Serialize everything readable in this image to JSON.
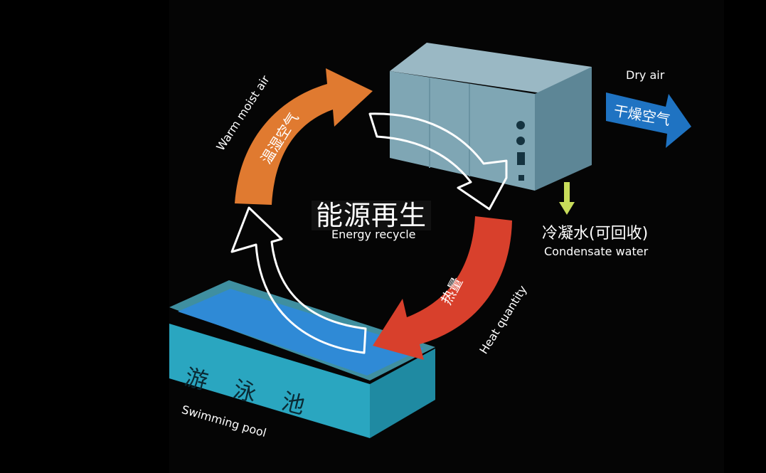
{
  "center": {
    "title": "能源再生",
    "subtitle": "Energy recycle"
  },
  "warm_air": {
    "cn": "温湿空气",
    "en": "Warm moist air"
  },
  "dry_air": {
    "cn": "干燥空气",
    "en": "Dry air"
  },
  "condensate": {
    "cn": "冷凝水(可回收)",
    "en": "Condensate water"
  },
  "heat": {
    "cn": "热量",
    "en": "Heat quantity"
  },
  "pool": {
    "cn": "游 泳 池",
    "en": "Swimming pool"
  },
  "colors": {
    "warm_arrow": "#e07a30",
    "heat_arrow": "#d8402c",
    "dry_arrow": "#1f73c2",
    "condensate_arrow": "#c8dc5a",
    "unit_body": "#7fa6b4",
    "pool_water": "#2f8ad6",
    "pool_wall": "#2aa6c0"
  }
}
